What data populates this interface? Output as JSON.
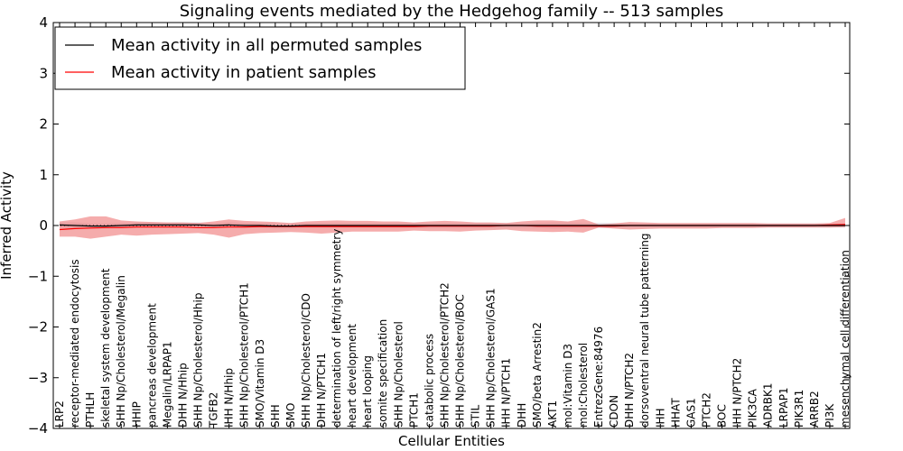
{
  "chart_data": {
    "type": "line",
    "title": "Signaling events mediated by the Hedgehog family -- 513 samples",
    "xlabel": "Cellular Entities",
    "ylabel": "Inferred Activity",
    "ylim": [
      -4,
      4
    ],
    "yticks": [
      "−4",
      "−3",
      "−2",
      "−1",
      "0",
      "1",
      "2",
      "3",
      "4"
    ],
    "categories": [
      "LRP2",
      "receptor-mediated endocytosis",
      "PTHLH",
      "skeletal system development",
      "SHH Np/Cholesterol/Megalin",
      "HHIP",
      "pancreas development",
      "Megalin/LRPAP1",
      "DHH N/Hhip",
      "SHH Np/Cholesterol/Hhip",
      "TGFB2",
      "IHH N/Hhip",
      "SHH Np/Cholesterol/PTCH1",
      "SMO/Vitamin D3",
      "SHH",
      "SMO",
      "SHH Np/Cholesterol/CDO",
      "DHH N/PTCH1",
      "determination of left/right symmetry",
      "heart development",
      "heart looping",
      "somite specification",
      "SHH Np/Cholesterol",
      "PTCH1",
      "catabolic process",
      "SHH Np/Cholesterol/PTCH2",
      "SHH Np/Cholesterol/BOC",
      "STIL",
      "SHH Np/Cholesterol/GAS1",
      "IHH N/PTCH1",
      "DHH",
      "SMO/beta Arrestin2",
      "AKT1",
      "mol:Vitamin D3",
      "mol:Cholesterol",
      "EntrezGene:84976",
      "CDON",
      "DHH N/PTCH2",
      "dorsoventral neural tube patterning",
      "IHH",
      "HHAT",
      "GAS1",
      "PTCH2",
      "BOC",
      "IHH N/PTCH2",
      "PIK3CA",
      "ADRBK1",
      "LRPAP1",
      "PIK3R1",
      "ARRB2",
      "PI3K",
      "mesenchymal cell differentiation"
    ],
    "series": [
      {
        "name": "Mean activity in all permuted samples",
        "color": "#000000",
        "values": [
          0.01,
          0.0,
          -0.01,
          -0.01,
          0.0,
          0.01,
          0.01,
          0.01,
          0.01,
          0.01,
          0.0,
          0.01,
          0.0,
          0.0,
          -0.01,
          -0.01,
          0.0,
          0.0,
          0.0,
          0.0,
          0.0,
          0.0,
          0.0,
          0.0,
          0.0,
          0.0,
          0.0,
          0.0,
          0.0,
          0.0,
          0.0,
          0.0,
          0.0,
          0.0,
          0.0,
          0.0,
          0.0,
          0.0,
          0.0,
          0.0,
          0.0,
          0.0,
          0.0,
          0.0,
          0.0,
          0.0,
          0.0,
          0.0,
          0.0,
          0.0,
          0.0,
          0.0
        ],
        "band": [
          0.05,
          0.06,
          0.05,
          0.05,
          0.05,
          0.05,
          0.05,
          0.05,
          0.05,
          0.05,
          0.05,
          0.05,
          0.05,
          0.05,
          0.05,
          0.05,
          0.05,
          0.05,
          0.05,
          0.05,
          0.05,
          0.05,
          0.05,
          0.05,
          0.05,
          0.05,
          0.05,
          0.05,
          0.05,
          0.05,
          0.05,
          0.05,
          0.06,
          0.06,
          0.05,
          0.05,
          0.05,
          0.04,
          0.04,
          0.04,
          0.04,
          0.04,
          0.04,
          0.04,
          0.04,
          0.04,
          0.04,
          0.04,
          0.04,
          0.04,
          0.04,
          0.04
        ]
      },
      {
        "name": "Mean activity in patient samples",
        "color": "#ff0000",
        "fill": "#f08080",
        "values": [
          -0.08,
          -0.06,
          -0.05,
          -0.04,
          -0.04,
          -0.03,
          -0.03,
          -0.03,
          -0.03,
          -0.04,
          -0.04,
          -0.03,
          -0.03,
          -0.02,
          -0.02,
          -0.02,
          -0.02,
          -0.02,
          -0.02,
          -0.02,
          -0.02,
          -0.02,
          -0.02,
          -0.02,
          -0.01,
          -0.01,
          -0.01,
          -0.01,
          -0.01,
          0.0,
          0.0,
          -0.01,
          -0.01,
          -0.01,
          -0.01,
          -0.01,
          -0.01,
          0.0,
          0.0,
          0.0,
          0.0,
          0.0,
          0.0,
          0.0,
          0.0,
          0.0,
          0.0,
          0.0,
          0.0,
          0.0,
          0.01,
          0.02
        ],
        "upper": [
          0.08,
          0.12,
          0.18,
          0.18,
          0.1,
          0.08,
          0.07,
          0.06,
          0.06,
          0.05,
          0.08,
          0.12,
          0.09,
          0.08,
          0.07,
          0.05,
          0.08,
          0.09,
          0.1,
          0.09,
          0.09,
          0.08,
          0.08,
          0.06,
          0.08,
          0.09,
          0.08,
          0.06,
          0.06,
          0.05,
          0.08,
          0.1,
          0.1,
          0.08,
          0.13,
          0.02,
          0.04,
          0.07,
          0.06,
          0.05,
          0.05,
          0.05,
          0.05,
          0.05,
          0.05,
          0.05,
          0.04,
          0.04,
          0.04,
          0.04,
          0.05,
          0.15
        ],
        "lower": [
          -0.22,
          -0.22,
          -0.26,
          -0.22,
          -0.18,
          -0.2,
          -0.18,
          -0.17,
          -0.16,
          -0.15,
          -0.18,
          -0.24,
          -0.17,
          -0.15,
          -0.14,
          -0.13,
          -0.14,
          -0.16,
          -0.14,
          -0.12,
          -0.12,
          -0.12,
          -0.12,
          -0.1,
          -0.11,
          -0.11,
          -0.12,
          -0.1,
          -0.09,
          -0.08,
          -0.11,
          -0.12,
          -0.13,
          -0.12,
          -0.14,
          -0.04,
          -0.06,
          -0.08,
          -0.07,
          -0.06,
          -0.06,
          -0.06,
          -0.06,
          -0.05,
          -0.05,
          -0.05,
          -0.04,
          -0.04,
          -0.04,
          -0.04,
          -0.04,
          -0.03
        ]
      }
    ],
    "legend": {
      "position": "top-left"
    },
    "grid": false
  }
}
